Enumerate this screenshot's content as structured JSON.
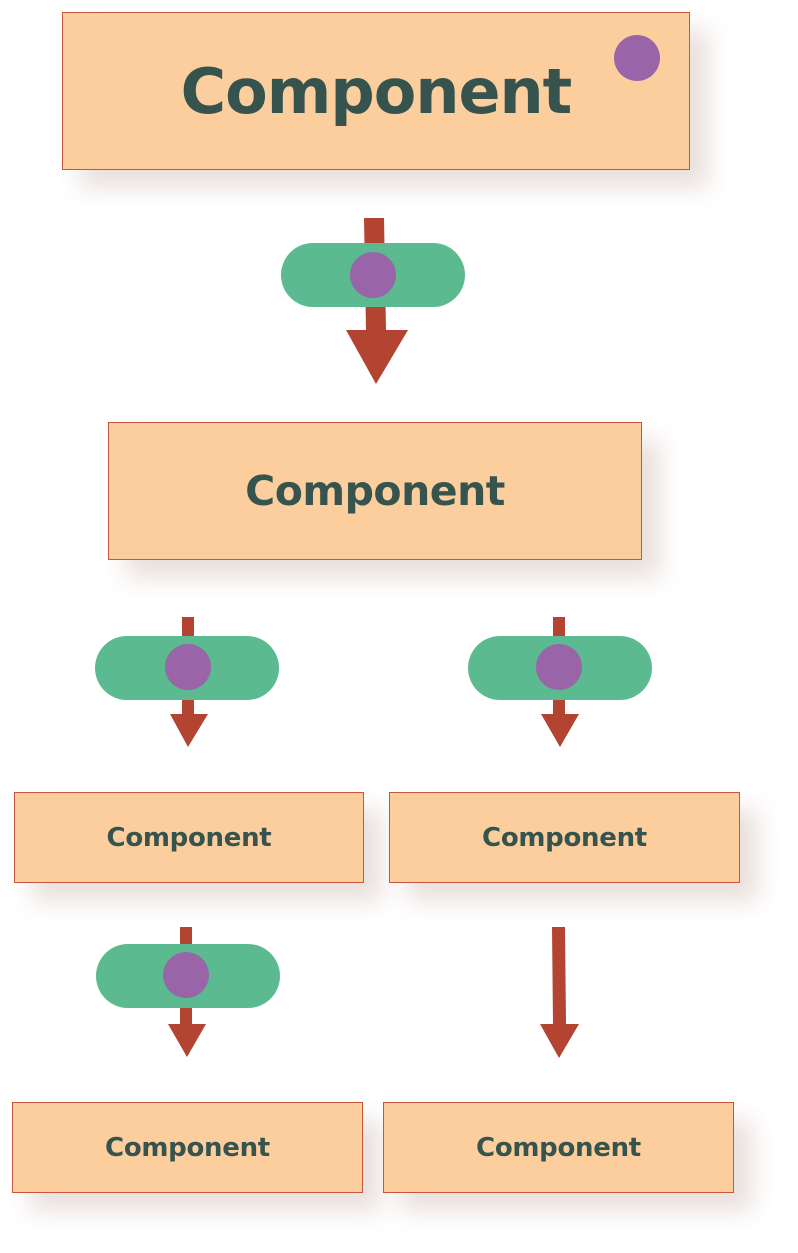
{
  "components": {
    "root": "Component",
    "middle": "Component",
    "left_1": "Component",
    "right_1": "Component",
    "left_2": "Component",
    "right_2": "Component"
  },
  "colors": {
    "component_fill": "#fcce9e",
    "component_border": "#c8553d",
    "label_text": "#36544d",
    "connector_pill": "#5bba8f",
    "marker": "#9a64a8",
    "arrow": "#b24431"
  }
}
